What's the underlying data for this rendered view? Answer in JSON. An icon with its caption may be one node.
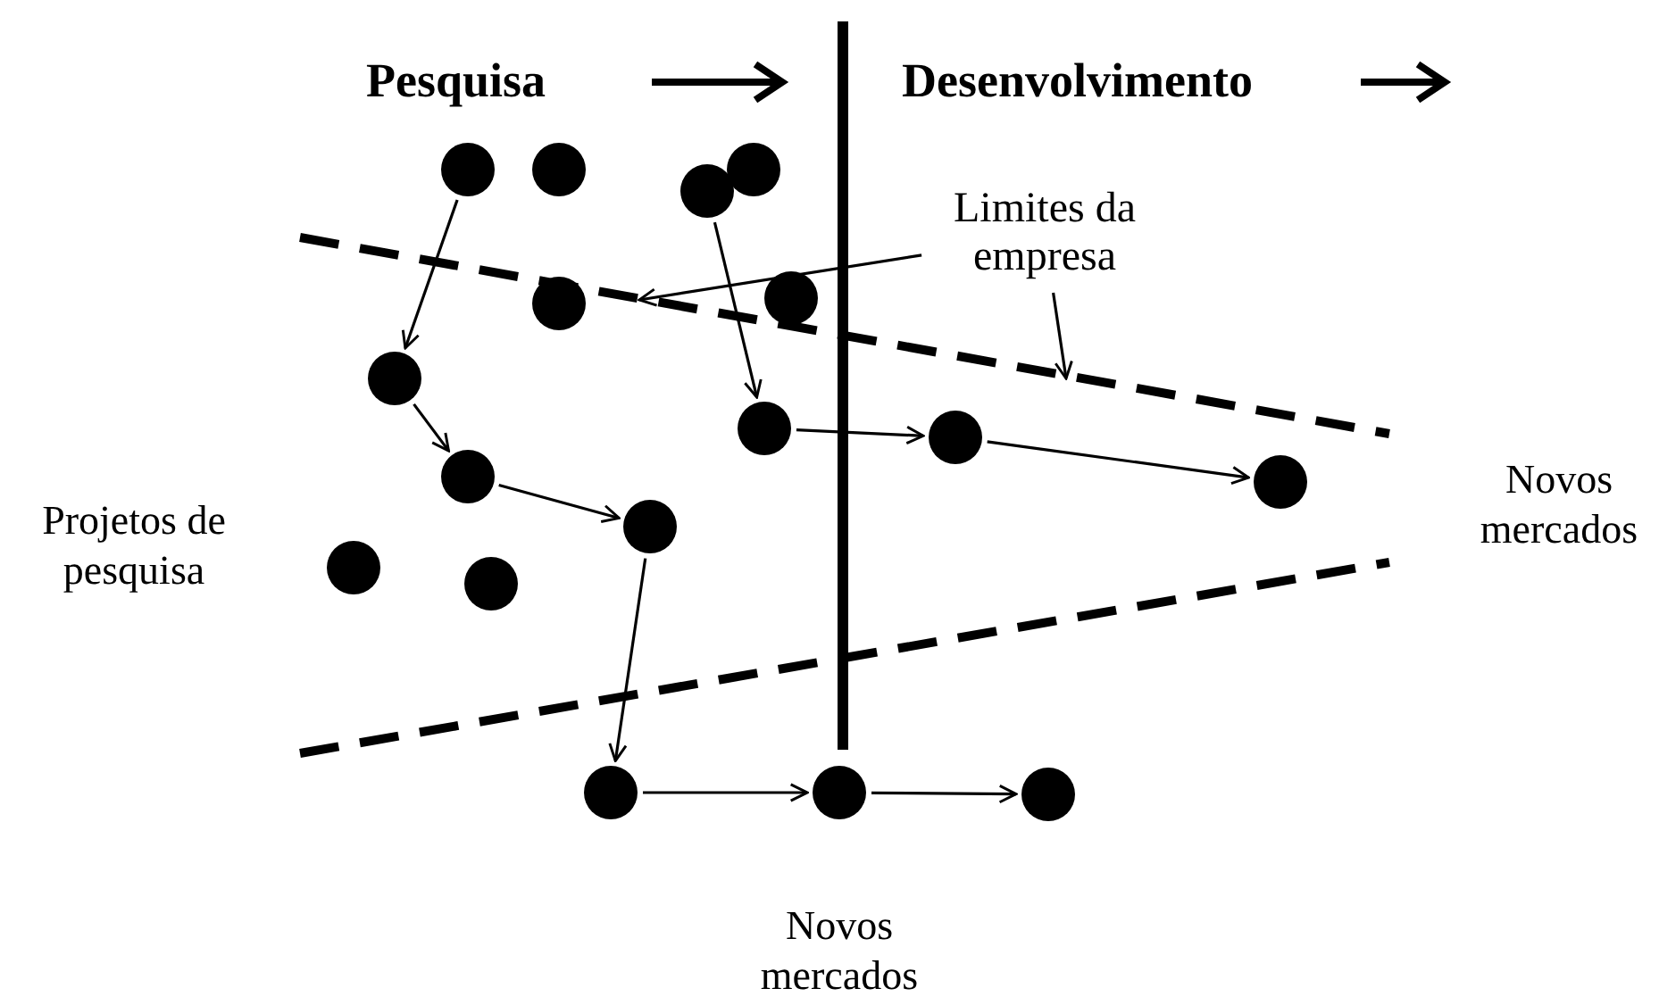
{
  "diagram": {
    "nodes": [
      {
        "text": [],
        "shape": "circle"
      },
      {
        "text": [],
        "shape": "circle"
      },
      {
        "text": [],
        "shape": "circle"
      },
      {
        "text": [],
        "shape": "circle"
      },
      {
        "text": [],
        "shape": "circle"
      },
      {
        "text": [],
        "shape": "circle"
      },
      {
        "text": [],
        "shape": "circle"
      },
      {
        "text": [],
        "shape": "circle"
      },
      {
        "text": [],
        "shape": "circle"
      },
      {
        "text": [],
        "shape": "circle"
      },
      {
        "text": [],
        "shape": "circle"
      },
      {
        "text": [],
        "shape": "circle"
      },
      {
        "text": [],
        "shape": "circle"
      },
      {
        "text": [],
        "shape": "circle"
      },
      {
        "text": [],
        "shape": "circle"
      },
      {
        "text": [],
        "shape": "circle"
      },
      {
        "text": [],
        "shape": "circle"
      },
      {
        "text": [
          "Limites da empresa"
        ]
      }
    ],
    "edges": [
      {
        "from": 0,
        "to": 6,
        "arrow": "to"
      },
      {
        "from": 6,
        "to": 9,
        "arrow": "to"
      },
      {
        "from": 9,
        "to": 10,
        "arrow": "to"
      },
      {
        "from": 10,
        "to": 14,
        "arrow": "to"
      },
      {
        "from": 14,
        "to": 15,
        "arrow": "to"
      },
      {
        "from": 15,
        "to": 16,
        "arrow": "to"
      },
      {
        "from": 3,
        "to": 7,
        "arrow": "to"
      },
      {
        "from": 7,
        "to": 8,
        "arrow": "to"
      },
      {
        "from": 8,
        "to": 11,
        "arrow": "to"
      },
      {
        "from": 17,
        "to": null,
        "arrow": "to"
      },
      {
        "from": 17,
        "to": null,
        "arrow": "to"
      }
    ],
    "labels": [
      "Pesquisa",
      "Desenvolvimento",
      "Projetos de pesquisa",
      "Novos mercados",
      "Novos mercados"
    ]
  }
}
